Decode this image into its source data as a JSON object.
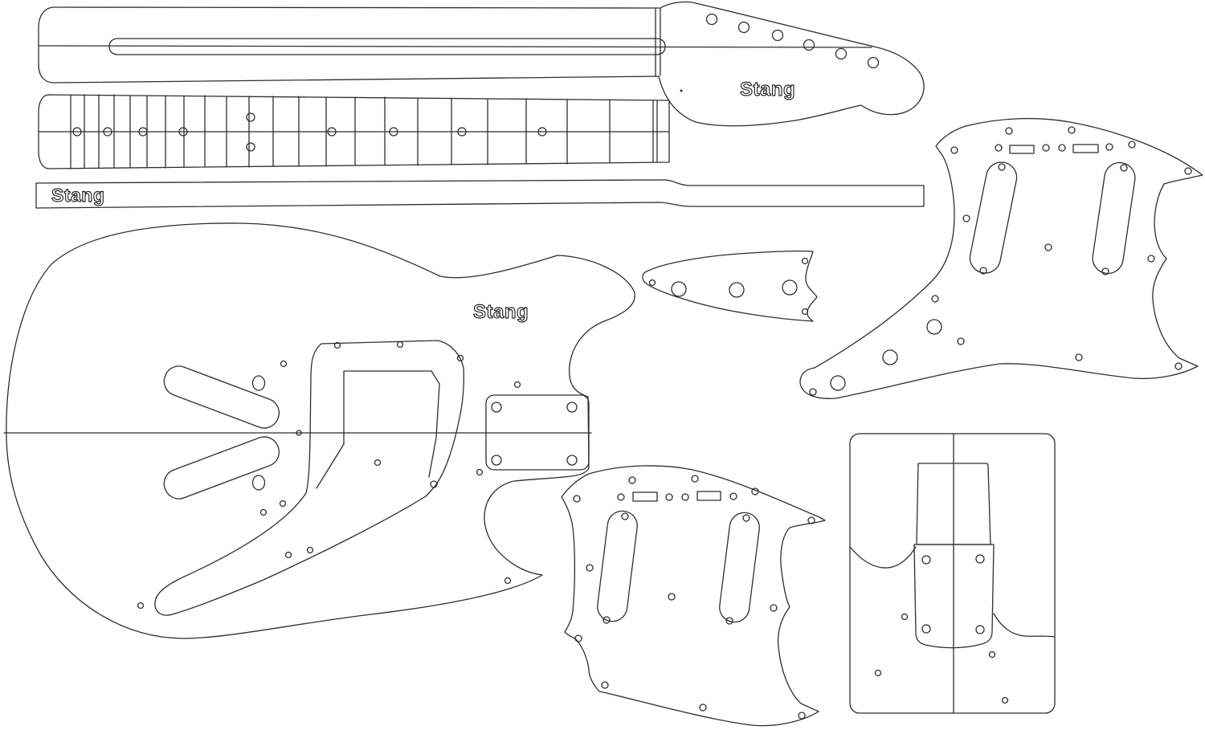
{
  "page": {
    "background": "#ffffff",
    "line_color": "#2e2e2e",
    "description": "Guitar building template sheet (Mustang style) with neck, fretboard, body and pickguard routing outlines"
  },
  "labels": {
    "headstock_logo": "Stang",
    "neck_blank_logo": "Stang",
    "body_logo": "Stang"
  },
  "parts": [
    {
      "name": "neck-front-template",
      "tuner_holes": 6
    },
    {
      "name": "fretboard-template",
      "frets": 22,
      "marker_dots": 10
    },
    {
      "name": "neck-side-blank-template"
    },
    {
      "name": "body-routing-template",
      "neck-plate-holes": 4
    },
    {
      "name": "control-plate-template",
      "control_holes": 3
    },
    {
      "name": "pickguard-template-right",
      "pickup_cutouts": 2,
      "switch_slots": 2
    },
    {
      "name": "pickguard-template-center",
      "pickup_cutouts": 2,
      "switch_slots": 2
    },
    {
      "name": "neck-pocket-template",
      "pocket_screw_holes": 4
    }
  ]
}
